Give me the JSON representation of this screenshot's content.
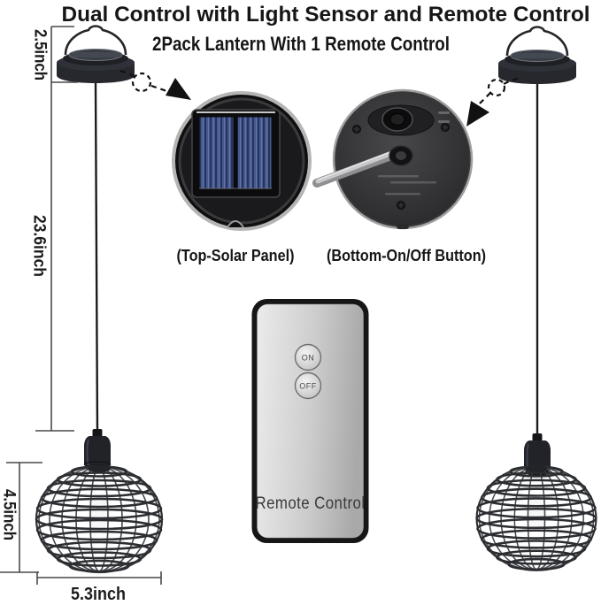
{
  "title": "Dual Control with Light Sensor and Remote Control",
  "subtitle": "2Pack Lantern With 1 Remote Control",
  "dimensions": {
    "hanger_height": "2.5inch",
    "cord_length": "23.6inch",
    "lantern_height": "4.5inch",
    "lantern_width": "5.3inch"
  },
  "callouts": {
    "top_view_caption": "(Top-Solar Panel)",
    "bottom_view_caption": "(Bottom-On/Off Button)"
  },
  "remote": {
    "on_button": "ON",
    "off_button": "OFF",
    "label": "Remote Control"
  },
  "colors": {
    "ink": "#1a1a1a",
    "solar_panel_blue": "#46598e",
    "solar_stripe": "#26355e",
    "remote_silver": "#cfcfcf",
    "lamp_black": "#26282d",
    "metal_rim": "#b5b5b5"
  }
}
